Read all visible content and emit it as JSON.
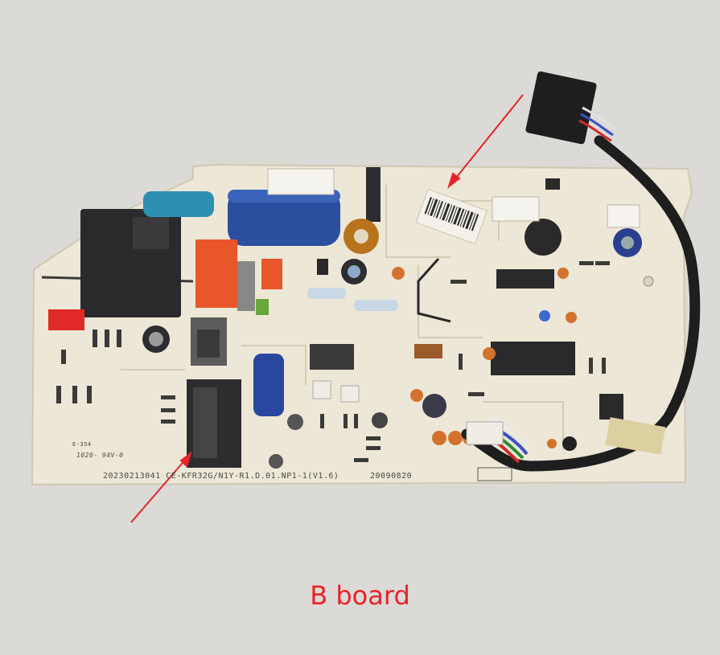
{
  "photo": {
    "board_code": "20230213041 CE-KFR32G/N1Y-R1.D.01.NP1-1(V1.6)",
    "board_date": "20090820",
    "ul_mark": "E-354",
    "rating_mark": "1020- 94V-0",
    "caption": "B board",
    "colors": {
      "background": "#dcdad6",
      "pcb": "#ece7d6",
      "arrow": "#e8232a",
      "caption": "#e8232a"
    }
  }
}
